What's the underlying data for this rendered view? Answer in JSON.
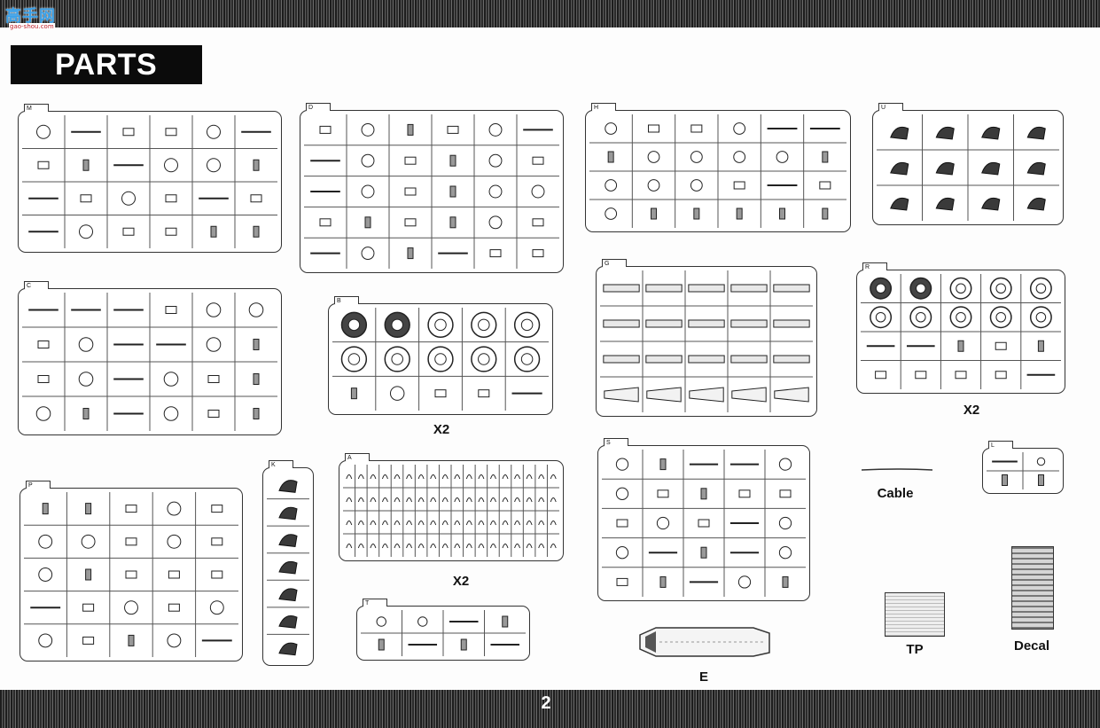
{
  "header": {
    "logo_text": "高手网",
    "logo_url": "gao-shou.com",
    "title": "PARTS"
  },
  "labels": {
    "b_count": "X2",
    "r_count": "X2",
    "a_count": "X2",
    "cable": "Cable",
    "tp": "TP",
    "decal": "Decal",
    "e": "E"
  },
  "footer": {
    "page": "2"
  },
  "sprues": [
    {
      "id": "M",
      "letter": "M"
    },
    {
      "id": "D",
      "letter": "D"
    },
    {
      "id": "H",
      "letter": "H"
    },
    {
      "id": "U",
      "letter": "U"
    },
    {
      "id": "C",
      "letter": "C"
    },
    {
      "id": "B",
      "letter": "B"
    },
    {
      "id": "G",
      "letter": "G"
    },
    {
      "id": "R",
      "letter": "R"
    },
    {
      "id": "P",
      "letter": "P"
    },
    {
      "id": "K",
      "letter": "K"
    },
    {
      "id": "A",
      "letter": "A"
    },
    {
      "id": "S",
      "letter": "S"
    },
    {
      "id": "L",
      "letter": "L"
    },
    {
      "id": "T",
      "letter": "T"
    }
  ],
  "colors": {
    "bar": "#1d1d1d",
    "ink": "#333333",
    "logo_blue": "#3aa0e8",
    "logo_red": "#c0202a"
  }
}
